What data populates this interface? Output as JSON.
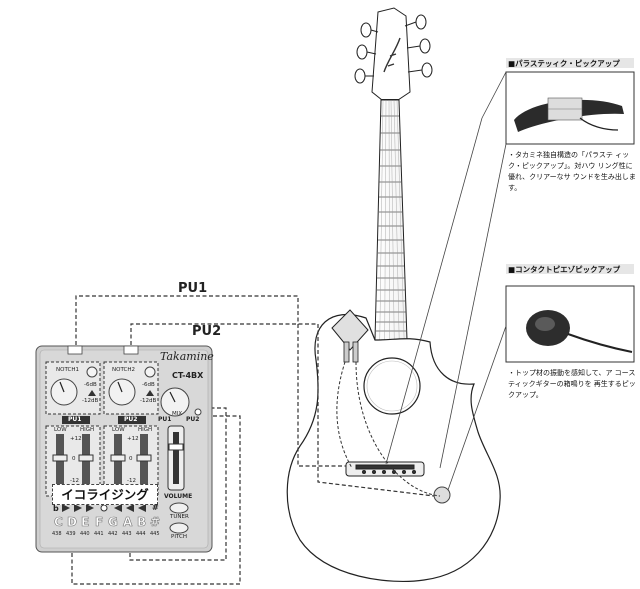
{
  "pickups": {
    "pu1_label": "PU1",
    "pu2_label": "PU2"
  },
  "callouts": {
    "palathetic": {
      "title": "■パラステッィク・ピックアップ",
      "body": "・タカミネ独自構造の「パラステ ィック・ピックアップ」。対ハウ リング性に優れ、クリアーなサ ウンドを生み出します。"
    },
    "contact_piezo": {
      "title": "■コンタクトピエゾピックアップ",
      "body": "・トップ材の振動を感知して、ア コースティックギターの箱鳴りを 再生するピックアップ。"
    }
  },
  "preamp": {
    "brand": "Takamine",
    "model": "CT-4BX",
    "notch1_label": "NOTCH1",
    "notch2_label": "NOTCH2",
    "notch_range_top": "-6dB",
    "notch_range_bottom": "-12dB",
    "pu1_tag": "PU1",
    "pu2_tag": "PU2",
    "mix_label": "MIX",
    "low_label": "LOW",
    "high_label": "HIGH",
    "scale_top": "+12",
    "scale_mid": "0",
    "scale_bottom": "-12",
    "volume_label": "VOLUME",
    "tuner_label": "TUNER",
    "pitch_label": "PITCH",
    "flat_symbol": "b",
    "sharp_symbol": "#",
    "equalizing_label": "イコライジング",
    "notes": [
      "C",
      "D",
      "E",
      "F",
      "G",
      "A",
      "B"
    ],
    "frequencies": [
      "438",
      "439",
      "440",
      "441",
      "442",
      "443",
      "444",
      "445"
    ]
  }
}
